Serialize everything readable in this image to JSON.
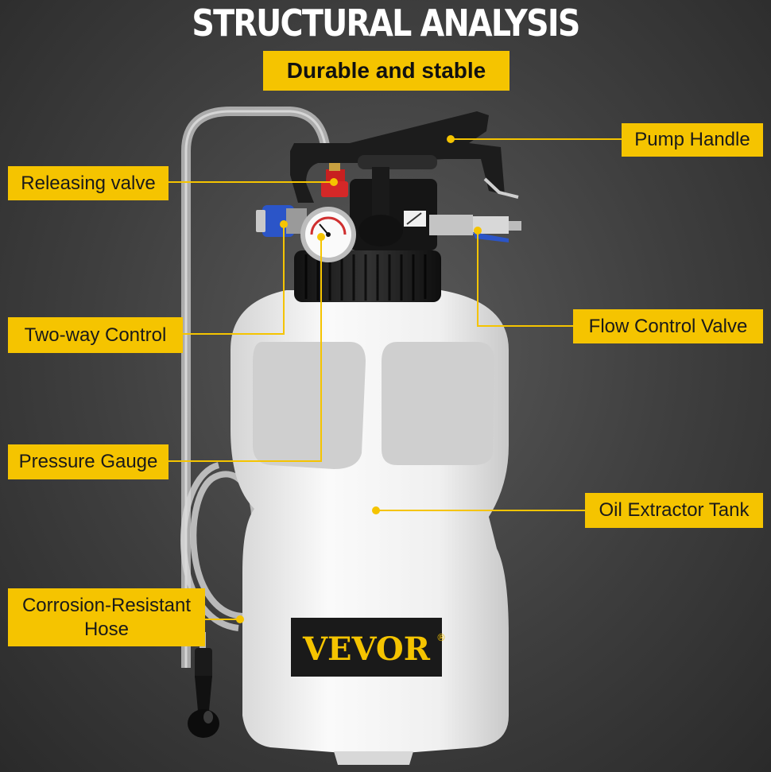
{
  "header": {
    "title": "STRUCTURAL ANALYSIS",
    "subtitle": "Durable and stable"
  },
  "callouts": {
    "pump_handle": "Pump Handle",
    "releasing_valve": "Releasing valve",
    "two_way_control": "Two-way Control",
    "flow_control_valve": "Flow Control Valve",
    "pressure_gauge": "Pressure Gauge",
    "oil_extractor_tank": "Oil Extractor Tank",
    "hose": "Corrosion-Resistant\nHose"
  },
  "brand": {
    "logo_text": "VEVOR",
    "logo_mark": "®"
  },
  "colors": {
    "accent": "#f5c400",
    "background": "#3e3e3e",
    "tank": "#f4f4f4",
    "logo_band": "#1a1a1a"
  }
}
